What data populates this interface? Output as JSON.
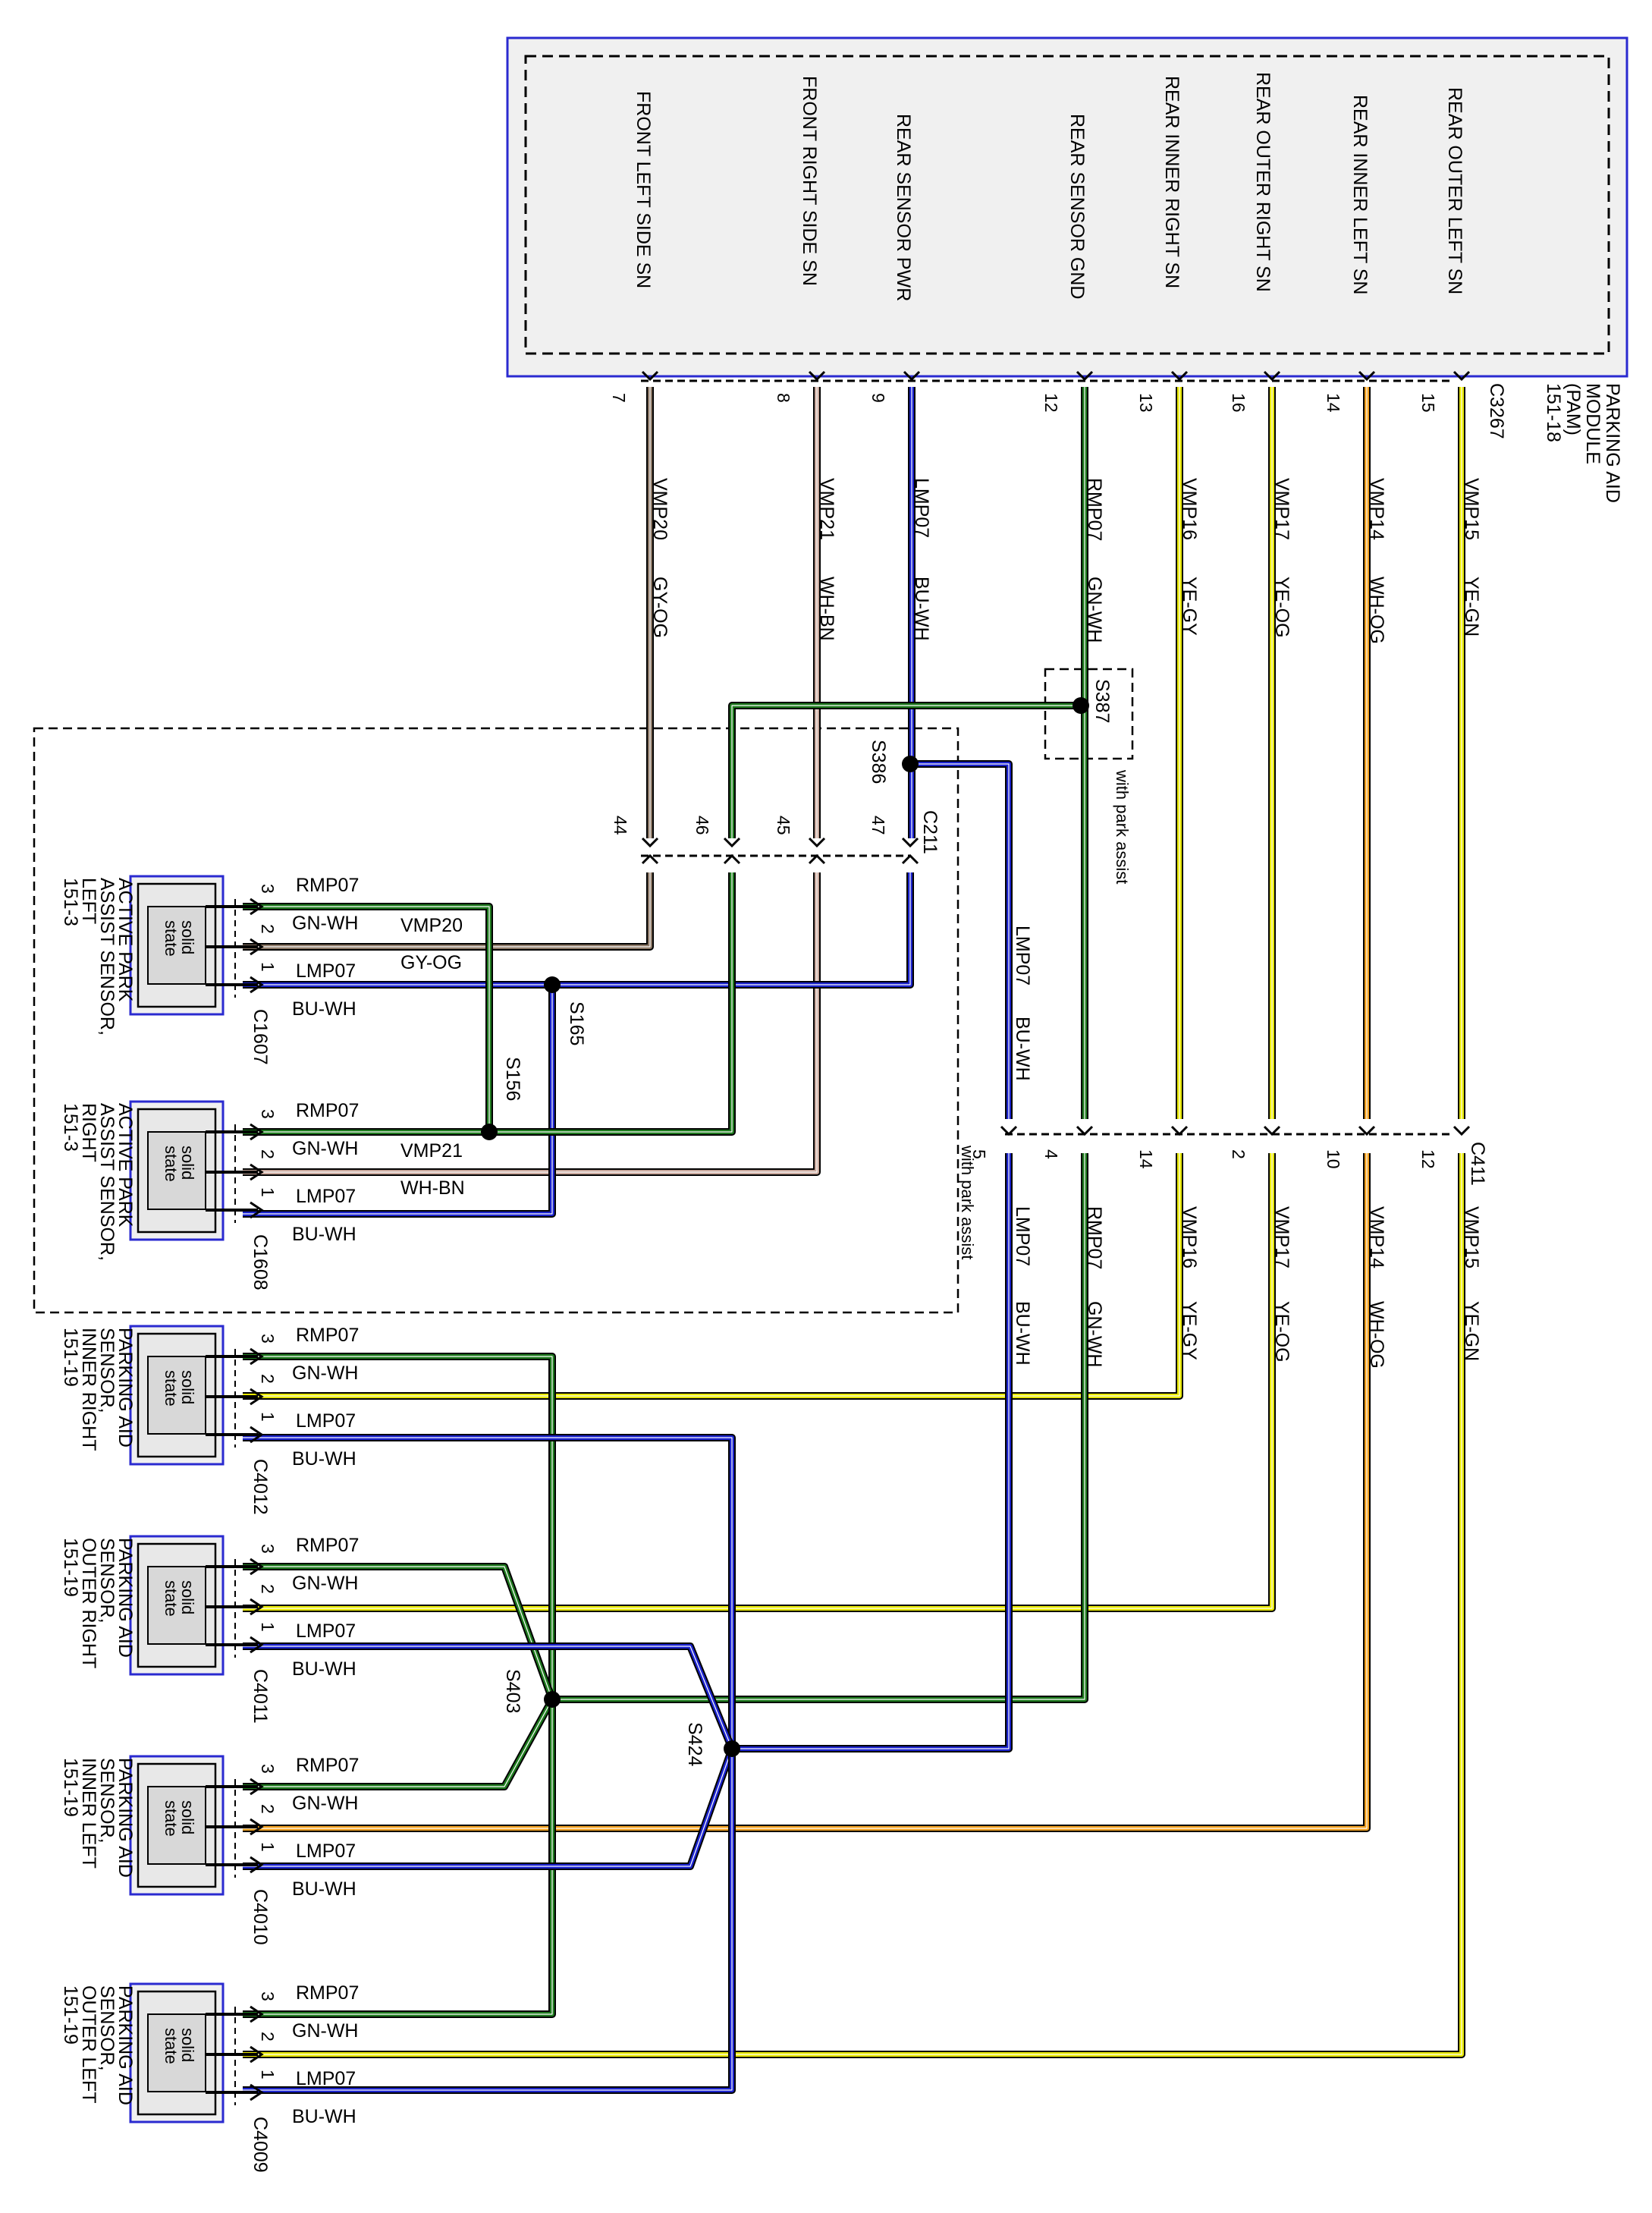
{
  "module": {
    "title_lines": [
      "PARKING AID",
      "MODULE",
      "(PAM)",
      "151-18"
    ],
    "connector": "C3267",
    "pins": [
      {
        "label": "FRONT LEFT SIDE SN",
        "pin": "7"
      },
      {
        "label": "FRONT RIGHT SIDE SN",
        "pin": "8"
      },
      {
        "label": "REAR SENSOR PWR",
        "pin": "9"
      },
      {
        "label": "REAR SENSOR GND",
        "pin": "12"
      },
      {
        "label": "REAR INNER RIGHT SN",
        "pin": "13"
      },
      {
        "label": "REAR OUTER RIGHT SN",
        "pin": "16"
      },
      {
        "label": "REAR INNER LEFT SN",
        "pin": "14"
      },
      {
        "label": "REAR OUTER LEFT SN",
        "pin": "15"
      }
    ]
  },
  "trunk_wires": [
    {
      "circuit": "VMP20",
      "color": "GY-OG"
    },
    {
      "circuit": "VMP21",
      "color": "WH-BN"
    },
    {
      "circuit": "LMP07",
      "color": "BU-WH"
    },
    {
      "circuit": "RMP07",
      "color": "GN-WH"
    },
    {
      "circuit": "VMP16",
      "color": "YE-GY"
    },
    {
      "circuit": "VMP17",
      "color": "YE-OG"
    },
    {
      "circuit": "VMP14",
      "color": "WH-OG"
    },
    {
      "circuit": "VMP15",
      "color": "YE-GN"
    }
  ],
  "c211": {
    "name": "C211",
    "pins": [
      "44",
      "46",
      "45",
      "47"
    ]
  },
  "c411": {
    "name": "C411",
    "pins": [
      "5",
      "4",
      "14",
      "2",
      "10",
      "12"
    ],
    "wires": [
      {
        "circuit": "LMP07",
        "color": "BU-WH"
      },
      {
        "circuit": "RMP07",
        "color": "GN-WH"
      },
      {
        "circuit": "VMP16",
        "color": "YE-GY"
      },
      {
        "circuit": "VMP17",
        "color": "YE-OG"
      },
      {
        "circuit": "VMP14",
        "color": "WH-OG"
      },
      {
        "circuit": "VMP15",
        "color": "YE-GN"
      }
    ]
  },
  "splices": {
    "s387": "S387",
    "s386": "S386",
    "s165": "S165",
    "s156": "S156",
    "s403": "S403",
    "s424": "S424"
  },
  "notes": {
    "with_park_assist": "with park assist"
  },
  "sensors": [
    {
      "name_lines": [
        "ACTIVE PARK",
        "ASSIST SENSOR,",
        "LEFT",
        "151-3"
      ],
      "connector": "C1607",
      "w3": [
        "RMP07",
        "GN-WH"
      ],
      "w2": [
        "VMP20",
        "GY-OG"
      ],
      "w1": [
        "LMP07",
        "BU-WH"
      ]
    },
    {
      "name_lines": [
        "ACTIVE PARK",
        "ASSIST SENSOR,",
        "RIGHT",
        "151-3"
      ],
      "connector": "C1608",
      "w3": [
        "RMP07",
        "GN-WH"
      ],
      "w2": [
        "VMP21",
        "WH-BN"
      ],
      "w1": [
        "LMP07",
        "BU-WH"
      ]
    },
    {
      "name_lines": [
        "PARKING AID",
        "SENSOR,",
        "INNER RIGHT",
        "151-19"
      ],
      "connector": "C4012",
      "w3": [
        "RMP07",
        "GN-WH"
      ],
      "w1": [
        "LMP07",
        "BU-WH"
      ]
    },
    {
      "name_lines": [
        "PARKING AID",
        "SENSOR,",
        "OUTER RIGHT",
        "151-19"
      ],
      "connector": "C4011",
      "w3": [
        "RMP07",
        "GN-WH"
      ],
      "w1": [
        "LMP07",
        "BU-WH"
      ]
    },
    {
      "name_lines": [
        "PARKING AID",
        "SENSOR,",
        "INNER LEFT",
        "151-19"
      ],
      "connector": "C4010",
      "w3": [
        "RMP07",
        "GN-WH"
      ],
      "w1": [
        "LMP07",
        "BU-WH"
      ]
    },
    {
      "name_lines": [
        "PARKING AID",
        "SENSOR,",
        "OUTER LEFT",
        "151-19"
      ],
      "connector": "C4009",
      "w3": [
        "RMP07",
        "GN-WH"
      ],
      "w1": [
        "LMP07",
        "BU-WH"
      ]
    }
  ],
  "sensor_common": {
    "element": [
      "solid",
      "state"
    ],
    "pin_labels": [
      "3",
      "2",
      "1"
    ]
  },
  "wire_colors": {
    "GY-OG": "#8b7765",
    "WH-BN": "#c9a89c",
    "BU-WH": "#1a22cc",
    "GN-WH": "#1e7a1e",
    "YE-GY": "#e8e800",
    "YE-OG": "#e8e800",
    "WH-OG": "#f0a020",
    "YE-GN": "#e8e800",
    "module_box_border": "#2a2ad0",
    "module_box_fill": "#f0f0f0"
  }
}
